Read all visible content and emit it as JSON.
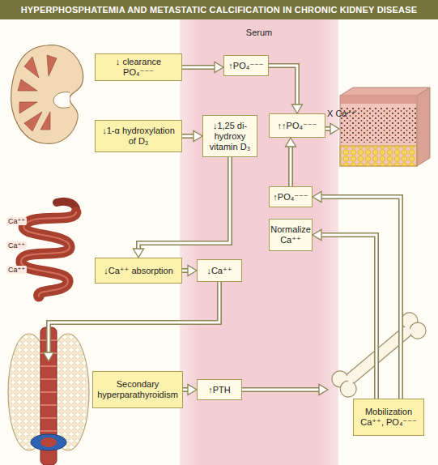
{
  "diagram": {
    "title": "HYPERPHOSPHATEMIA AND METASTATIC CALCIFICATION IN CHRONIC KIDNEY DISEASE",
    "nodes": [
      {
        "text": [
          "↓ clearance PO₄⁻⁻⁻"
        ]
      },
      {
        "text": [
          "↑PO₄⁻⁻⁻"
        ]
      },
      {
        "text": [
          "↑↑PO₄⁻⁻⁻"
        ]
      },
      {
        "text": [
          "↓1-α hydroxylation of D₃"
        ]
      },
      {
        "text": [
          "↓1,25 di-hydroxy vitamin D₃"
        ]
      },
      {
        "text": [
          "↑PO₄⁻⁻⁻"
        ]
      },
      {
        "text": [
          "Normalize Ca⁺⁺"
        ]
      },
      {
        "text": [
          "↓Ca⁺⁺ absorption"
        ]
      },
      {
        "text": [
          "↓Ca⁺⁺"
        ]
      },
      {
        "text": [
          "Mobilization Ca⁺⁺, PO₄⁻⁻⁻"
        ]
      },
      {
        "text": [
          "Secondary hyperparathyroidism"
        ]
      },
      {
        "text": [
          "↑PTH"
        ]
      }
    ],
    "edges": [
      {
        "from": 0,
        "to": 1,
        "arrow": "to"
      },
      {
        "from": 1,
        "to": 2,
        "arrow": "to"
      },
      {
        "from": 3,
        "to": 4,
        "arrow": "to"
      },
      {
        "from": 4,
        "to": 7,
        "arrow": "to"
      },
      {
        "from": 7,
        "to": 8,
        "arrow": "to"
      },
      {
        "from": 5,
        "to": 2,
        "arrow": "to"
      },
      {
        "from": 10,
        "to": 11,
        "arrow": "to"
      },
      {
        "from": 9,
        "to": 5,
        "arrow": "to"
      },
      {
        "from": 9,
        "to": 6,
        "arrow": "to"
      }
    ],
    "labels": [
      "Serum",
      "X Ca⁺⁺",
      "Ca⁺⁺",
      "Ca⁺⁺",
      "Ca⁺⁺"
    ]
  }
}
